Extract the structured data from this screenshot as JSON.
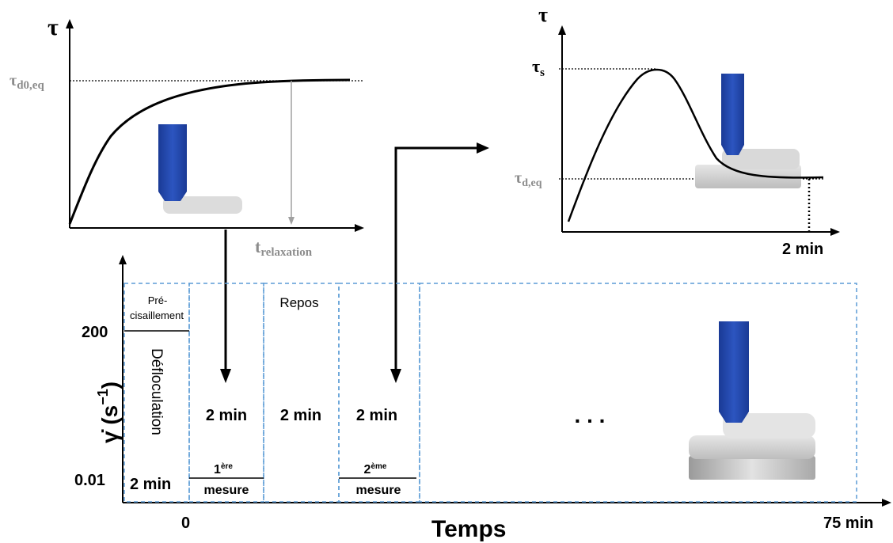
{
  "colors": {
    "axis": "#000000",
    "curve": "#000000",
    "dashed_box": "#5b9bd5",
    "probe_blue": "#1f3f9a",
    "probe_light": "#dcdcdc",
    "plate_dark": "#b8b8b8",
    "gray_label": "#8c8c8c"
  },
  "icons": [
    "vane-probe-icon",
    "sample-plate-icon"
  ],
  "top_left_plot": {
    "y_label": "τ",
    "ref_label": "τ",
    "ref_sub": "d0,eq",
    "x_label": "t",
    "x_sub": "relaxation"
  },
  "top_right_plot": {
    "y_label": "τ",
    "peak_label": "τ",
    "peak_sub": "s",
    "eq_label": "τ",
    "eq_sub": "d,eq",
    "x_tick": "2 min"
  },
  "protocol": {
    "y_label_main": "γ̇ (s",
    "y_label_exp": "−1",
    "y_label_close": ")",
    "y_tick_high": "200",
    "y_tick_low": "0.01",
    "x_label": "Temps",
    "x_tick_start": "0",
    "x_tick_end": "75 min",
    "preshear_line1": "Pré-",
    "preshear_line2": "cisaillement",
    "defloc_label": "Défloculation",
    "defloc_duration": "2 min",
    "measure1_duration": "2 min",
    "measure1_ordinal": "1",
    "measure1_sup": "ère",
    "measure1_word": "mesure",
    "rest_label": "Repos",
    "rest_duration": "2 min",
    "measure2_duration": "2 min",
    "measure2_ordinal": "2",
    "measure2_sup": "ème",
    "measure2_word": "mesure",
    "ellipsis": ". . ."
  }
}
